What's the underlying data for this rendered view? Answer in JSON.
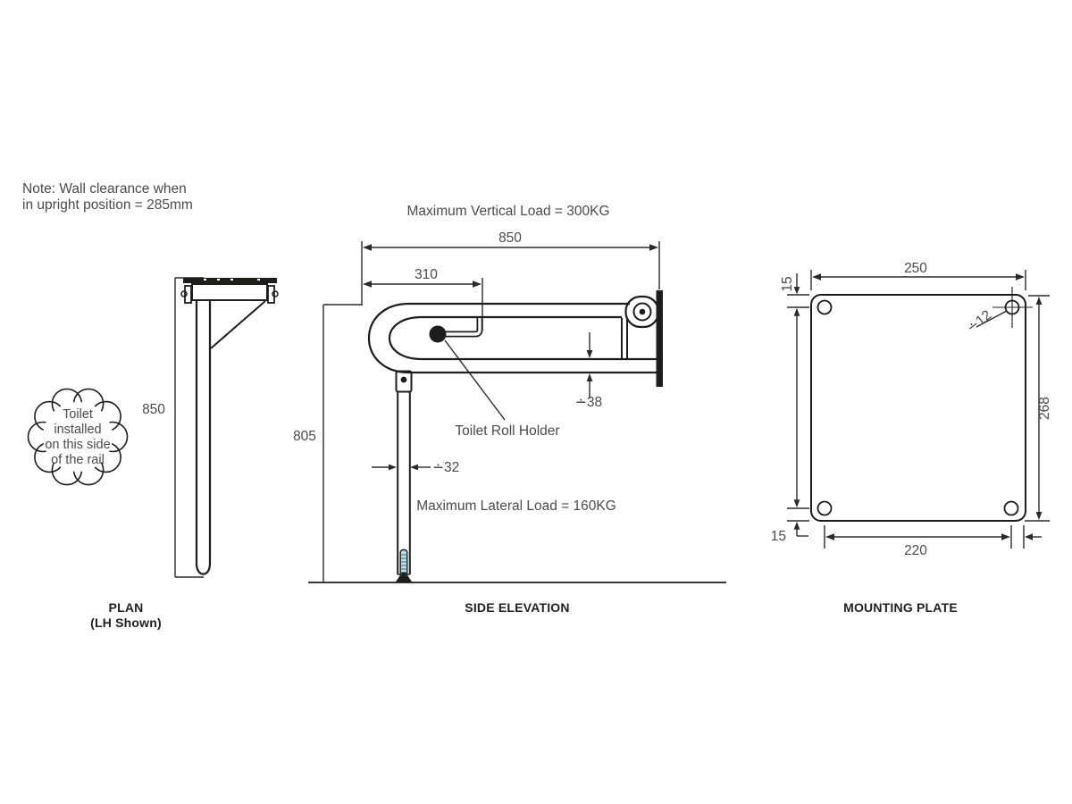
{
  "note": {
    "line1": "Note: Wall clearance when",
    "line2": "in upright position = 285mm"
  },
  "plan": {
    "caption_line1": "PLAN",
    "caption_line2": "(LH Shown)",
    "dim_length": "850",
    "cloud": {
      "line1": "Toilet",
      "line2": "installed",
      "line3": "on this side",
      "line4": "of the rail"
    }
  },
  "side_elevation": {
    "caption": "SIDE ELEVATION",
    "max_vertical_load": "Maximum Vertical Load = 300KG",
    "max_lateral_load": "Maximum Lateral Load = 160KG",
    "dim_overall_length": "850",
    "dim_roll_holder_offset": "310",
    "dim_height": "805",
    "dim_rail_diameter": "∸38",
    "dim_leg_diameter": "∸32",
    "toilet_roll_holder_label": "Toilet Roll Holder"
  },
  "mounting_plate": {
    "caption": "MOUNTING PLATE",
    "dim_width": "250",
    "dim_height": "268",
    "dim_hole_spacing": "220",
    "dim_edge_top": "15",
    "dim_edge_bottom": "15",
    "dim_hole_diameter": "∸12"
  },
  "colors": {
    "line": "#1d1d1b",
    "dim_text": "#4b4b4d",
    "caption": "#221f1f",
    "thread_fill": "#bcdde7"
  }
}
